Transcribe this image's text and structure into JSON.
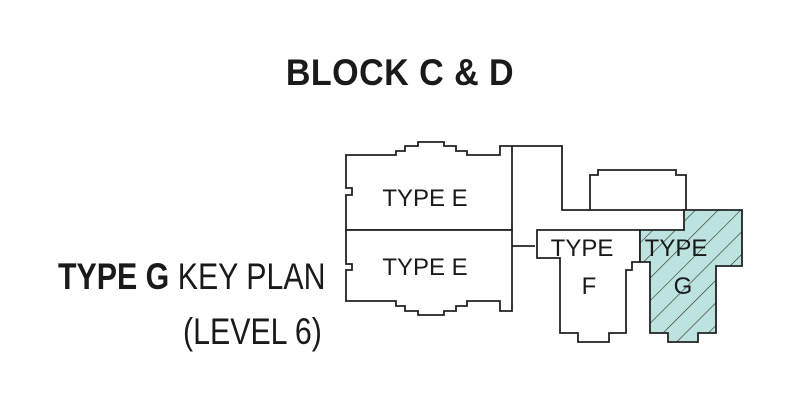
{
  "title": "BLOCK C & D",
  "key_plan": {
    "highlight": "TYPE G",
    "heading_rest": " KEY PLAN",
    "level": "(LEVEL 6)"
  },
  "units": [
    {
      "id": "type-e-upper",
      "label": "TYPE E"
    },
    {
      "id": "type-e-lower",
      "label": "TYPE E"
    },
    {
      "id": "type-f",
      "label_line1": "TYPE",
      "label_line2": "F"
    },
    {
      "id": "type-g",
      "label_line1": "TYPE",
      "label_line2": "G",
      "highlighted": true
    }
  ],
  "colors": {
    "outline": "#222222",
    "highlight_fill": "#bde3e0",
    "hatch": "#2a2a2a"
  }
}
